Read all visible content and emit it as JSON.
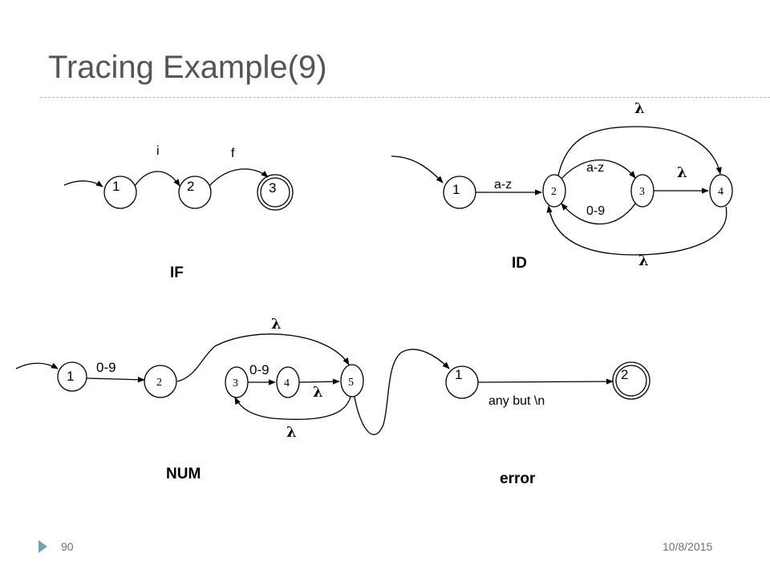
{
  "slide": {
    "title": "Tracing Example(9)",
    "page_number": "90",
    "date": "10/8/2015"
  },
  "automata": {
    "if": {
      "name": "IF",
      "states": [
        "1",
        "2",
        "3"
      ],
      "edges": [
        "i",
        "f"
      ]
    },
    "id": {
      "name": "ID",
      "states": [
        "1",
        "2",
        "3",
        "4"
      ],
      "edges": [
        "a-z",
        "a-z",
        "0-9",
        "λ",
        "λ",
        "λ"
      ]
    },
    "num": {
      "name": "NUM",
      "states": [
        "1",
        "2",
        "3",
        "4",
        "5"
      ],
      "edges": [
        "0-9",
        "0-9",
        "λ",
        "λ",
        "λ"
      ]
    },
    "error": {
      "name": "error",
      "states": [
        "1",
        "2"
      ],
      "edges": [
        "any but \\n"
      ]
    }
  }
}
